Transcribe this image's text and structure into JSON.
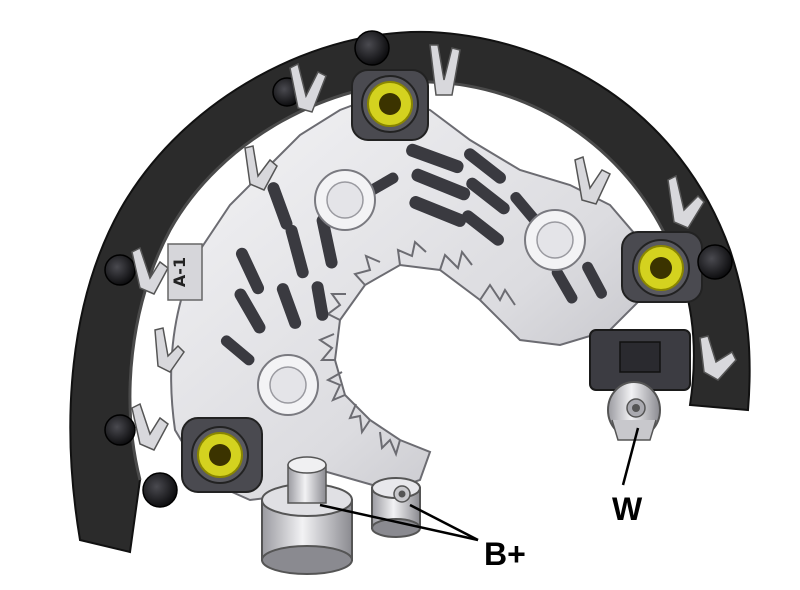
{
  "diagram": {
    "labels": {
      "w_terminal": "W",
      "b_plus_terminal": "B+",
      "part_stamp": "A-1"
    },
    "colors": {
      "frame": "#2b2b2b",
      "frame_edge": "#111111",
      "plate": "#e9e9ec",
      "plate_shadow": "#b9b9bf",
      "slot": "#3a3a40",
      "insert_ring": "#d4d21f",
      "insert_hole": "#3b3300",
      "leader": "#000000",
      "background": "#ffffff"
    },
    "icons": {
      "mounting_insert": "brass-insert-icon",
      "terminal_clip": "terminal-clip-icon",
      "grommet": "rubber-grommet-icon"
    }
  }
}
